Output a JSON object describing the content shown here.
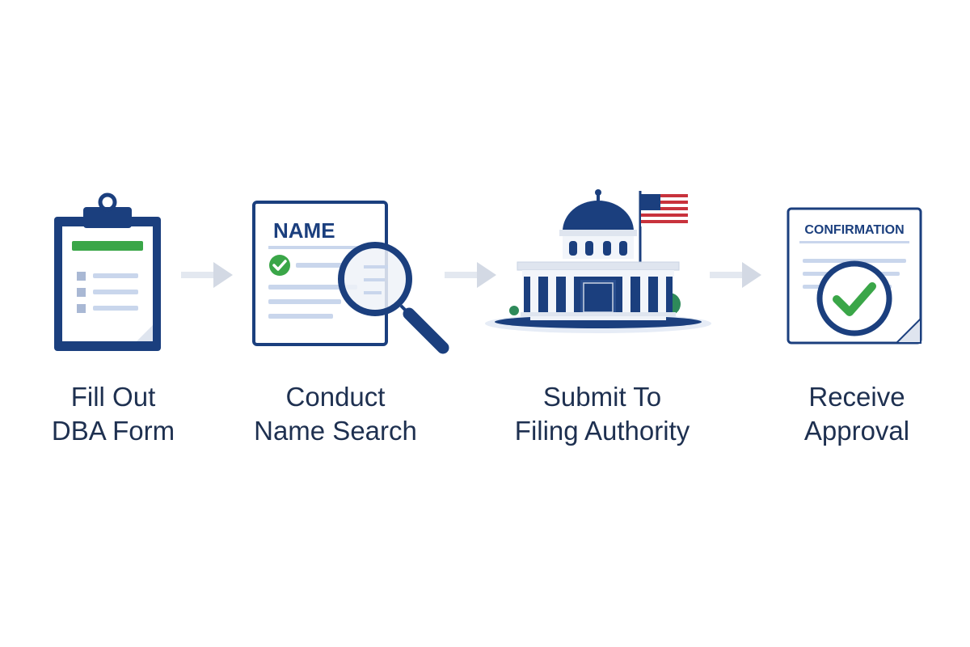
{
  "steps": [
    {
      "icon": "clipboard-form-icon",
      "line1": "Fill Out",
      "line2": "DBA Form"
    },
    {
      "icon": "document-magnifier-icon",
      "line1": "Conduct",
      "line2": "Name Search",
      "doc_title": "NAME"
    },
    {
      "icon": "government-building-icon",
      "line1": "Submit To",
      "line2": "Filing Authority"
    },
    {
      "icon": "approved-certificate-icon",
      "line1": "Receive",
      "line2": "Approval",
      "doc_title": "CONFIRMATION"
    }
  ],
  "colors": {
    "navy": "#1b3f7e",
    "dark_text": "#1e3050",
    "green": "#3aa648",
    "light_blue_line": "#c9d6ec",
    "arrow": "#d3d9e4",
    "paper": "#f6f8fc"
  }
}
